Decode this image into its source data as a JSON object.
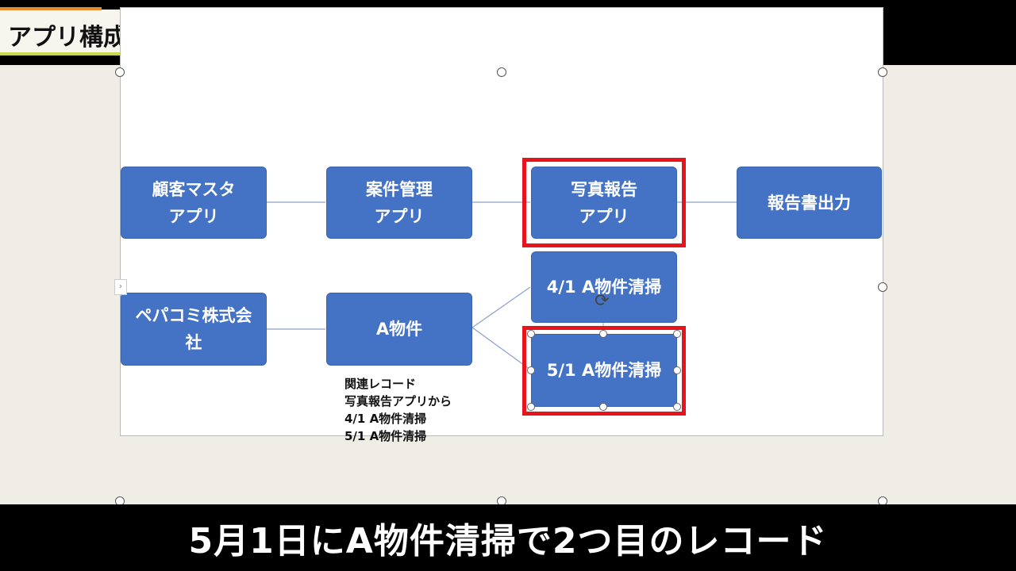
{
  "header": {
    "title": "アプリ構成のイメージ"
  },
  "diagram": {
    "nodes": {
      "customer_master": [
        "顧客マスタ",
        "アプリ"
      ],
      "project_mgmt": [
        "案件管理",
        "アプリ"
      ],
      "photo_report": [
        "写真報告",
        "アプリ"
      ],
      "report_output": "報告書出力",
      "company": [
        "ペパコミ株式会",
        "社"
      ],
      "property_a": "A物件",
      "cleaning_0401": "4/1 A物件清掃",
      "cleaning_0501": "5/1 A物件清掃"
    },
    "related_note": [
      "関連レコード",
      "写真報告アプリから",
      "4/1 A物件清掃",
      "5/1 A物件清掃"
    ],
    "highlight_color": "#e8141c",
    "node_color": "#4472c4"
  },
  "caption": {
    "text": "5月1日にA物件清掃で2つ目のレコード"
  }
}
